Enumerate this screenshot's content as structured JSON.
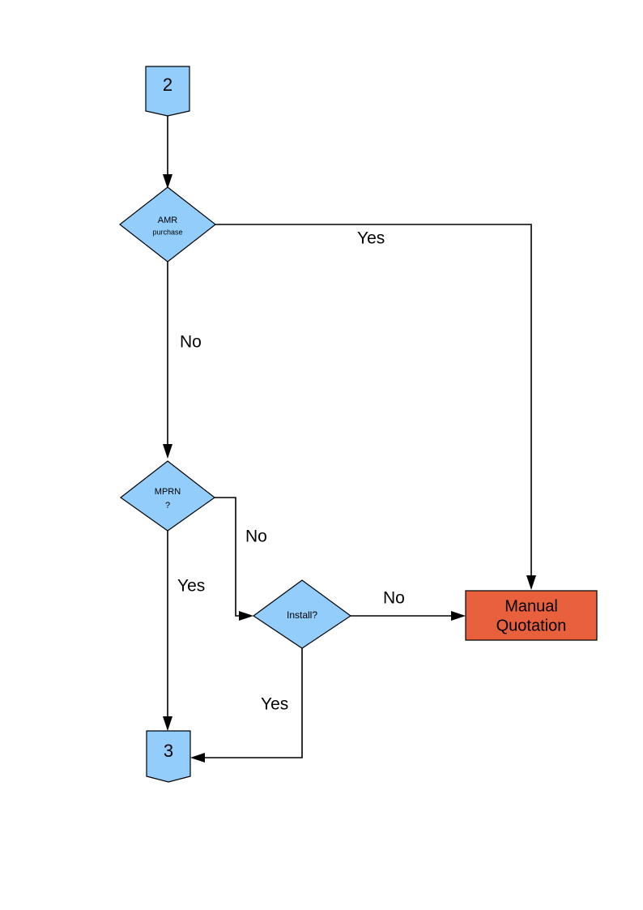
{
  "diagram": {
    "title": "",
    "type": "flowchart",
    "colors": {
      "decision_fill": "#93CDFB",
      "terminal_fill": "#93CDFB",
      "process_fill": "#E8603C",
      "stroke": "#000000",
      "background": "#ffffff"
    },
    "nodes": [
      {
        "id": "start-connector-2",
        "shape": "pentagon-connector",
        "label": "2",
        "fill": "#93CDFB"
      },
      {
        "id": "decision-amr-purchase",
        "shape": "diamond",
        "label_line1": "AMR",
        "label_line2": "purchase",
        "fill": "#93CDFB"
      },
      {
        "id": "decision-mprn",
        "shape": "diamond",
        "label_line1": "MPRN",
        "label_line2": "?",
        "fill": "#93CDFB"
      },
      {
        "id": "decision-install",
        "shape": "diamond",
        "label_line1": "Install?",
        "label_line2": "",
        "fill": "#93CDFB"
      },
      {
        "id": "process-manual-quotation",
        "shape": "rectangle",
        "label_line1": "Manual",
        "label_line2": "Quotation",
        "fill": "#E8603C"
      },
      {
        "id": "end-connector-3",
        "shape": "pentagon-connector",
        "label": "3",
        "fill": "#93CDFB"
      }
    ],
    "edges": [
      {
        "id": "edge-start-to-amr",
        "from": "start-connector-2",
        "to": "decision-amr-purchase",
        "label": ""
      },
      {
        "id": "edge-amr-yes",
        "from": "decision-amr-purchase",
        "to": "process-manual-quotation",
        "label": "Yes"
      },
      {
        "id": "edge-amr-no",
        "from": "decision-amr-purchase",
        "to": "decision-mprn",
        "label": "No"
      },
      {
        "id": "edge-mprn-no",
        "from": "decision-mprn",
        "to": "decision-install",
        "label": "No"
      },
      {
        "id": "edge-mprn-yes",
        "from": "decision-mprn",
        "to": "end-connector-3",
        "label": "Yes"
      },
      {
        "id": "edge-install-no",
        "from": "decision-install",
        "to": "process-manual-quotation",
        "label": "No"
      },
      {
        "id": "edge-install-yes",
        "from": "decision-install",
        "to": "end-connector-3",
        "label": "Yes"
      }
    ]
  }
}
